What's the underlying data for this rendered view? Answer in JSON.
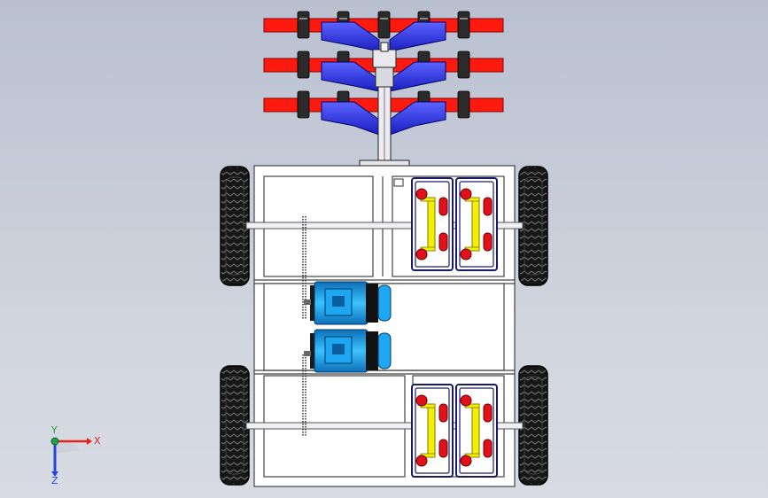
{
  "viewport": {
    "view": "top"
  },
  "triad": {
    "x_label": "X",
    "y_label": "Y",
    "z_label": "Z"
  },
  "colors": {
    "rail": "#ff1a10",
    "blade": "#2a2ee8",
    "frame_fill": "#ffffff",
    "frame_stroke": "#444444",
    "motor": "#1ea6f0",
    "battery_post": "#e21018",
    "battery_bar": "#f5f000",
    "tire": "#111111",
    "x_axis": "#e8201c",
    "y_axis": "#1ea04a",
    "z_axis": "#2a44d8"
  }
}
